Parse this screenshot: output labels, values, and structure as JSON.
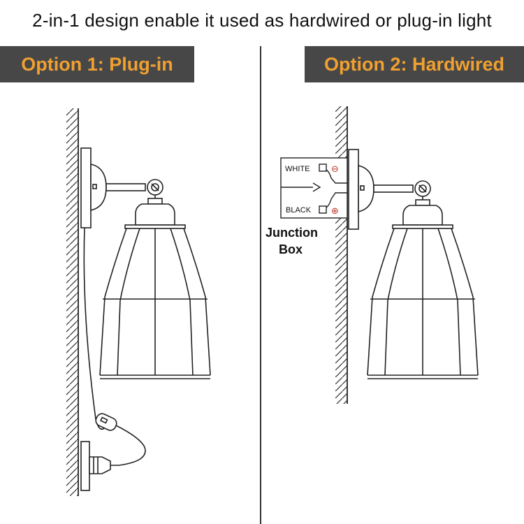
{
  "header": {
    "title": "2-in-1 design enable it used as hardwired or plug-in light"
  },
  "options": [
    {
      "label": "Option 1: Plug-in"
    },
    {
      "label": "Option 2: Hardwired"
    }
  ],
  "junction_box": {
    "line1": "Junction",
    "line2": "Box",
    "white_label": "WHITE",
    "black_label": "BLACK",
    "negative_symbol": "⊖",
    "positive_symbol": "⊕"
  },
  "colors": {
    "banner_background": "#474747",
    "banner_text": "#f0a030",
    "line_color": "#333333"
  }
}
